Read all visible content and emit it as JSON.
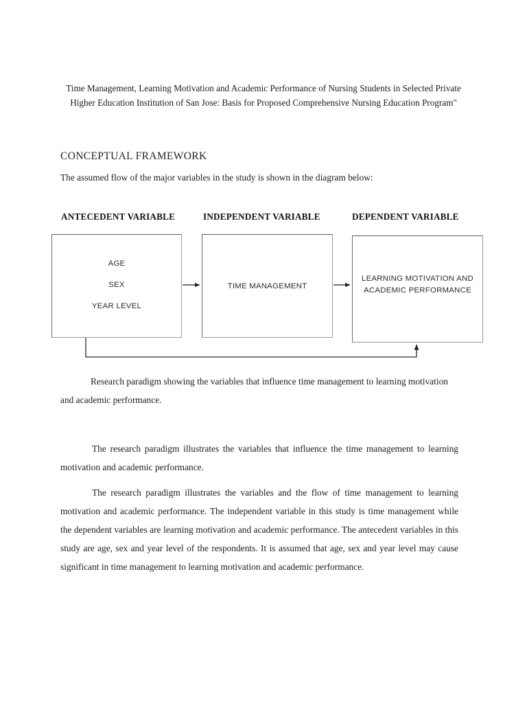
{
  "document": {
    "title": "Time Management, Learning Motivation and Academic Performance of Nursing Students in Selected Private Higher Education Institution of San Jose: Basis for Proposed Comprehensive Nursing Education Program\"",
    "section_heading": "CONCEPTUAL FRAMEWORK",
    "intro_line": "The assumed flow of the major variables in the study is shown in the diagram below:"
  },
  "diagram": {
    "column_headers": [
      "ANTECEDENT VARIABLE",
      "INDEPENDENT VARIABLE",
      "DEPENDENT VARIABLE"
    ],
    "boxes": [
      {
        "id": "antecedent",
        "lines": [
          "AGE",
          "SEX",
          "YEAR LEVEL"
        ]
      },
      {
        "id": "independent",
        "lines": [
          "TIME MANAGEMENT"
        ]
      },
      {
        "id": "dependent",
        "lines": [
          "LEARNING MOTIVATION AND",
          "ACADEMIC PERFORMANCE"
        ]
      }
    ],
    "connectors": [
      {
        "name": "arrow-antecedent-to-independent",
        "type": "arrow-right"
      },
      {
        "name": "arrow-independent-to-dependent",
        "type": "arrow-right"
      },
      {
        "name": "feedback-loop-antecedent-to-dependent",
        "type": "elbow-arrow-up"
      }
    ],
    "stroke_color": "#6a6a6a",
    "arrow_color": "#1f1f1f"
  },
  "caption": "Research paradigm showing the variables that influence time management to learning motivation and academic performance.",
  "body": {
    "paragraph_1": "The research paradigm illustrates the variables that influence the time management to learning motivation and academic performance.",
    "paragraph_2": "The research paradigm illustrates the variables and the flow of time management to learning motivation and academic performance. The independent variable in this study is time management while the dependent variables are learning motivation and academic performance. The antecedent variables in this study are age, sex and year level of the respondents. It is assumed that age, sex and year level may cause significant in time management to learning motivation and academic performance."
  }
}
